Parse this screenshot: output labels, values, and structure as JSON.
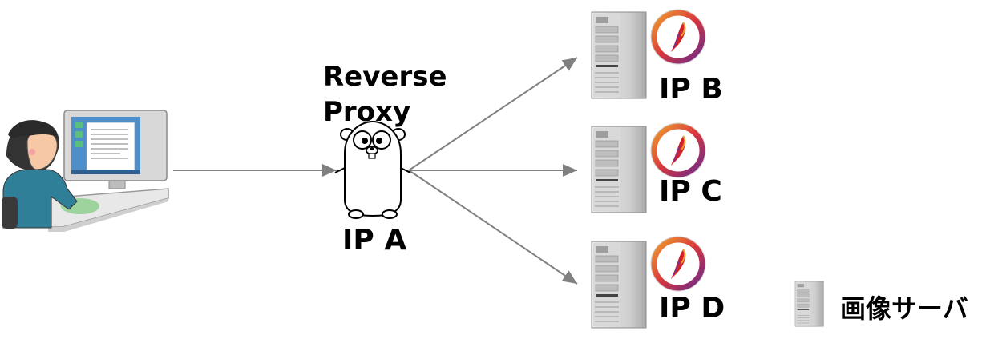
{
  "proxy": {
    "title_line1": "Reverse",
    "title_line2": "Proxy",
    "ip_label": "IP A"
  },
  "servers": [
    {
      "ip_label": "IP B"
    },
    {
      "ip_label": "IP C"
    },
    {
      "ip_label": "IP D"
    }
  ],
  "legend": {
    "label": "画像サーバ",
    "icon": "server-tower-icon"
  },
  "icons": {
    "client": "person-at-computer-icon",
    "proxy": "gopher-mascot-icon",
    "server": "server-tower-icon",
    "server_badge": "apache-feather-logo-icon"
  },
  "colors": {
    "arrow": "#808080",
    "badge_ring_start": "#e9762b",
    "badge_ring_end": "#7a2d8c",
    "feather": "#d22128"
  }
}
